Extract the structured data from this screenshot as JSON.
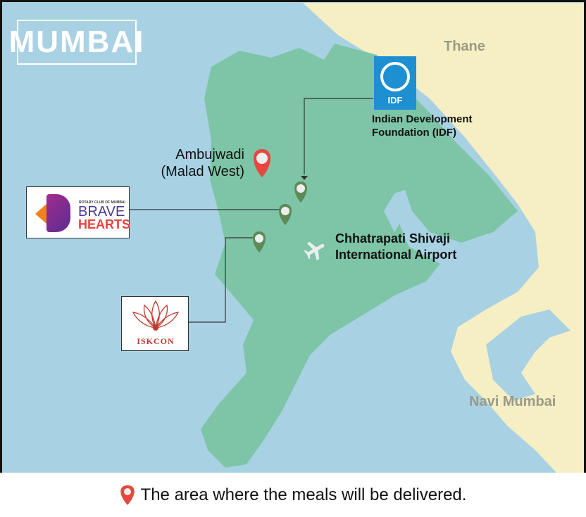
{
  "title": "MUMBAI",
  "regions": {
    "thane": "Thane",
    "navi_mumbai": "Navi Mumbai"
  },
  "locations": {
    "delivery_area": "Ambujwadi (Malad West)",
    "delivery_area_line1": "Ambujwadi",
    "delivery_area_line2": "(Malad West)",
    "airport_line1": "Chhatrapati Shivaji",
    "airport_line2": "International Airport"
  },
  "partners": {
    "idf": {
      "logo_text": "IDF",
      "line1": "Indian Development",
      "line2": "Foundation (IDF)"
    },
    "brave_hearts": {
      "small": "ROTARY CLUB OF MUMBAI",
      "line1": "BRAVE",
      "line2": "HEARTS"
    },
    "iskcon": {
      "logo_text": "ISKCON"
    }
  },
  "legend": {
    "text": "The area where the meals will be delivered.",
    "icon": "map-pin-red-icon"
  },
  "colors": {
    "water": "#a8d2e4",
    "land": "#f6efc4",
    "city": "#7dc5a6",
    "pin_red": "#e9463e",
    "pin_green": "#5d8a56",
    "idf_blue": "#1e8fd0"
  }
}
